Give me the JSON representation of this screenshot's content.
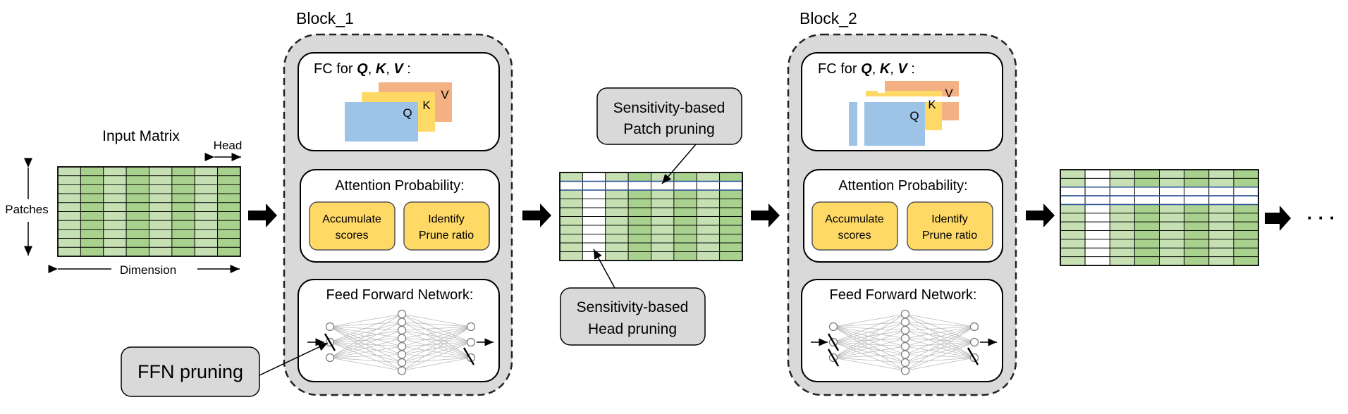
{
  "input": {
    "title": "Input Matrix",
    "head_label": "Head",
    "patches_label": "Patches",
    "dimension_label": "Dimension"
  },
  "blocks": [
    {
      "title": "Block_1",
      "fc": {
        "prefix": "FC for ",
        "q": "Q",
        "k": "K",
        "v": "V",
        "sep": ", ",
        "colon": " :"
      },
      "attention": {
        "title": "Attention Probability:",
        "accumulate": [
          "Accumulate",
          "scores"
        ],
        "identify": [
          "Identify",
          "Prune ratio"
        ]
      },
      "ffn_title": "Feed Forward Network:"
    },
    {
      "title": "Block_2",
      "fc": {
        "prefix": "FC for ",
        "q": "Q",
        "k": "K",
        "v": "V",
        "sep": ", ",
        "colon": " :"
      },
      "attention": {
        "title": "Attention Probability:",
        "accumulate": [
          "Accumulate",
          "scores"
        ],
        "identify": [
          "Identify",
          "Prune ratio"
        ]
      },
      "ffn_title": "Feed Forward Network:"
    }
  ],
  "callouts": {
    "ffn_pruning": "FFN pruning",
    "patch_pruning": [
      "Sensitivity-based",
      "Patch pruning"
    ],
    "head_pruning": [
      "Sensitivity-based",
      "Head pruning"
    ]
  },
  "ellipsis": "· · ·",
  "colors": {
    "light_green": "#c6e0b4",
    "dark_green": "#a9d18e",
    "gray_fill": "#d9d9d9",
    "yellow": "#ffd966",
    "orange": "#f4b183",
    "blue": "#9dc3e6",
    "pruned_row_border": "#2f5597"
  }
}
